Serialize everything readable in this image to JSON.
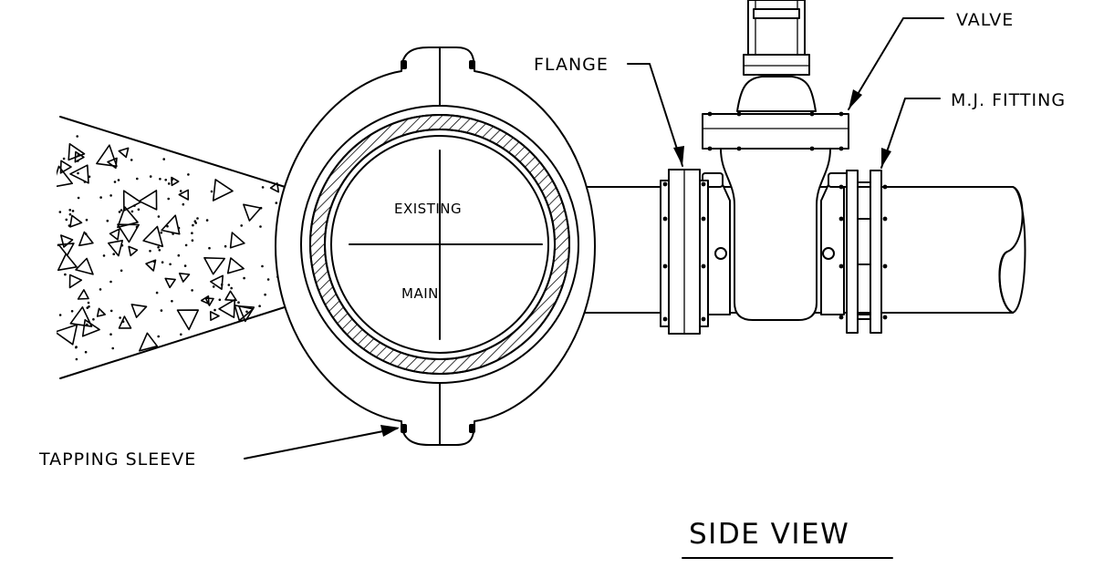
{
  "labels": {
    "valve": "VALVE",
    "flange": "FLANGE",
    "mj_fitting": "M.J. FITTING",
    "existing": "EXISTING",
    "main": "MAIN",
    "tapping_sleeve": "TAPPING SLEEVE",
    "view_title": "SIDE VIEW"
  }
}
